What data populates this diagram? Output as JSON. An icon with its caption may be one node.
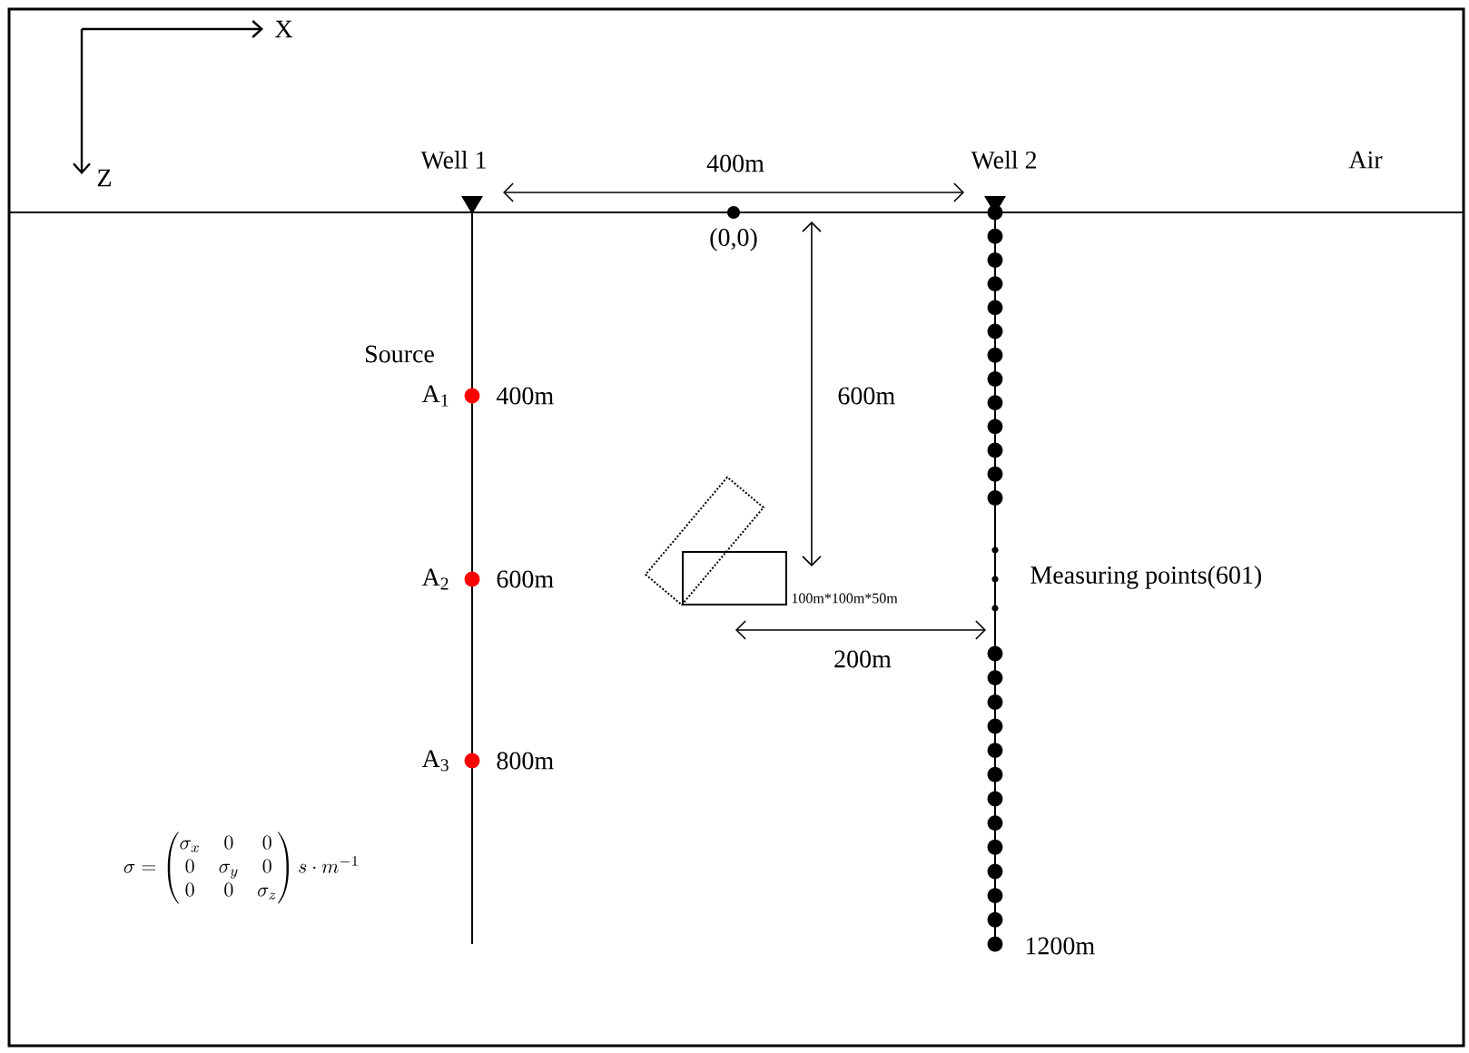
{
  "diagram": {
    "nodes": [
      {
        "text": [],
        "shape": "box",
        "beside": [
          "100m*100m*50m"
        ]
      }
    ],
    "labels": [
      "X",
      "Z",
      "Well 1",
      "400m",
      "Well 2",
      "Air",
      "(0,0)",
      "600m",
      "Source",
      "A$_{1}$",
      "400m",
      "A$_{2}$",
      "600m",
      "Measuring points(601)",
      "200m",
      "A$_{3}$",
      "800m",
      "\\sigma = \\begin{pmatrix} \\sigma_x & 0 & 0 \\\\ 0 & \\sigma_y & 0 \\\\ 0 & 0 & \\sigma_z \\end{pmatrix} s \\cdot m^{-1}",
      "1200m"
    ]
  }
}
